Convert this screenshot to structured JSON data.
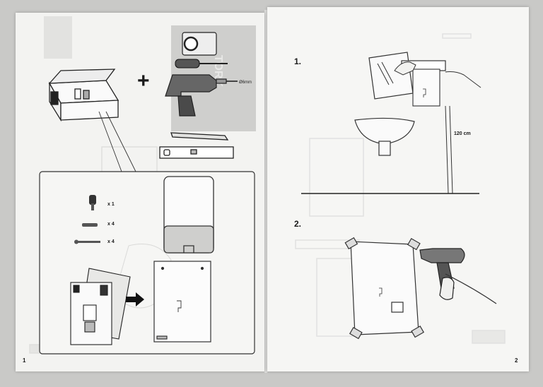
{
  "left_page": {
    "page_number": "1",
    "qty_1": "x 1",
    "qty_2": "x 4",
    "qty_3": "x 4",
    "plus_symbol": "+"
  },
  "right_page": {
    "page_number": "2",
    "step_1": "1.",
    "step_2": "2.",
    "height_label": "120 cm"
  },
  "icons": [
    "box-icon",
    "tape-icon",
    "screwdriver-icon",
    "drill-icon",
    "level-icon",
    "key-icon",
    "screw-icon",
    "arrow-right-icon",
    "hand-icon"
  ]
}
